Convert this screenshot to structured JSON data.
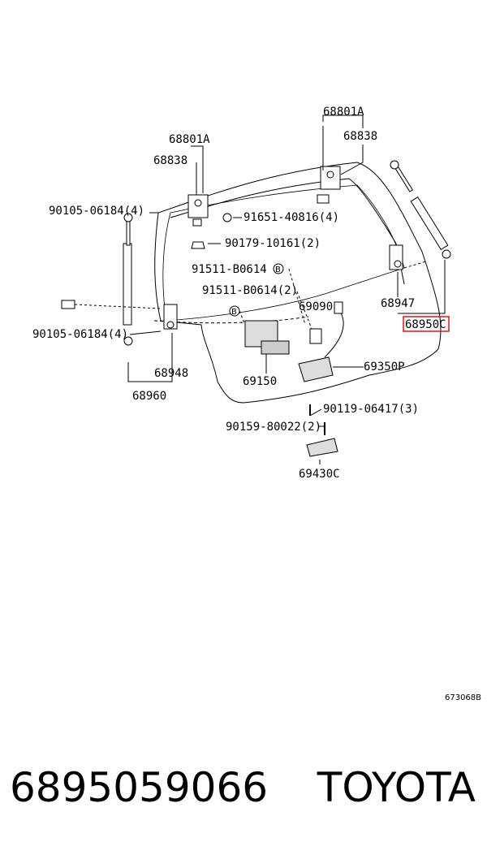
{
  "labels": {
    "l_68801A_top": "68801A",
    "l_68838_top": "68838",
    "l_68801A_left": "68801A",
    "l_68838_left": "68838",
    "l_90105_a": "90105-06184(4)",
    "l_91651": "91651-40816(4)",
    "l_90179": "90179-10161(2)",
    "l_91511_a": "91511-B0614",
    "l_91511_b": "91511-B0614(2)",
    "l_69090": "69090",
    "l_68947": "68947",
    "l_68950C": "68950C",
    "l_90105_b": "90105-06184(4)",
    "l_68948": "68948",
    "l_69150": "69150",
    "l_69350P": "69350P",
    "l_68960": "68960",
    "l_90119": "90119-06417(3)",
    "l_90159": "90159-80022(2)",
    "l_69430C": "69430C",
    "ref_code": "673068B",
    "callout_B": "B"
  },
  "highlight_color": "#e0151b",
  "footer": {
    "part_number": "6895059066",
    "brand": "TOYOTA"
  }
}
